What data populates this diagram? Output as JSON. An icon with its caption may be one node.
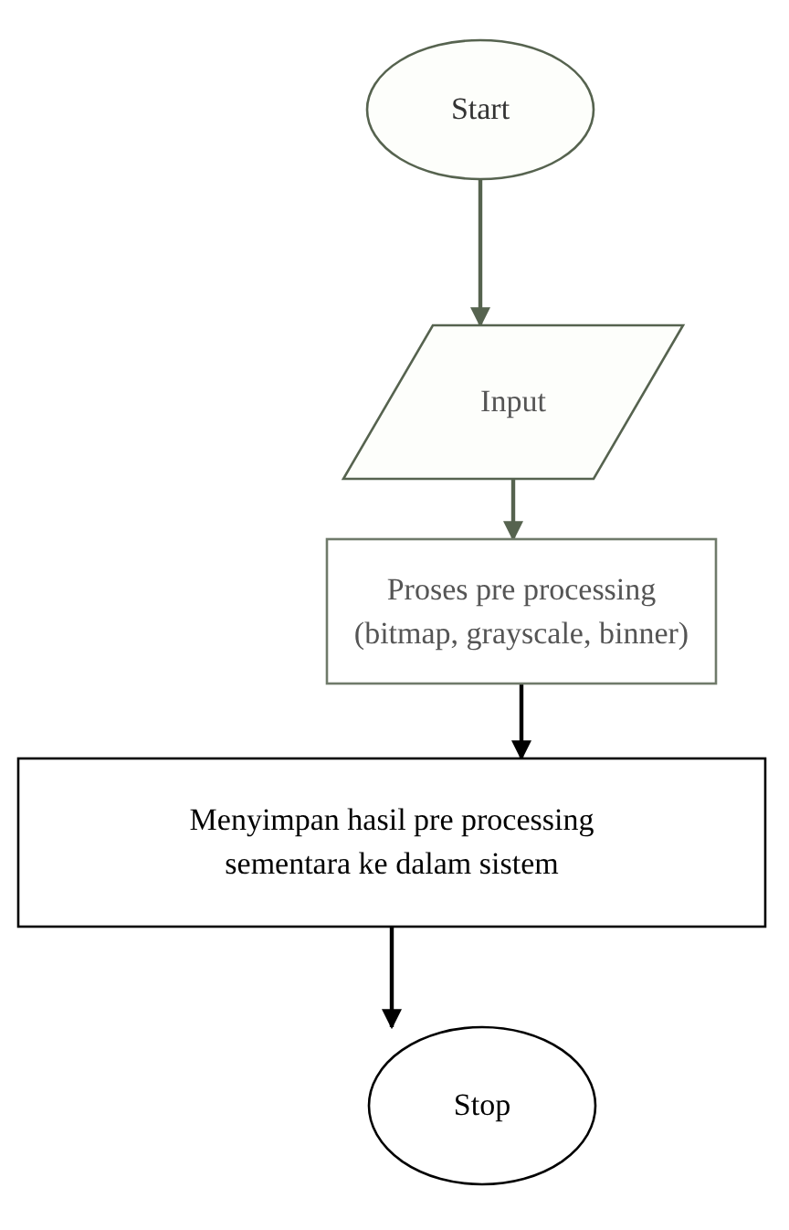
{
  "diagram": {
    "nodes": [
      {
        "text": [
          "Start"
        ]
      },
      {
        "text": [
          "Input"
        ]
      },
      {
        "text": [
          "Proses pre processing (bitmap, grayscale, binner)"
        ]
      },
      {
        "text": [
          "Menyimpan hasil pre processing sementara ke dalam sistem"
        ]
      },
      {
        "text": [
          "Stop"
        ]
      }
    ],
    "edges": [
      {
        "from": 0,
        "to": 1,
        "arrow": "to",
        "color": "#56634f"
      },
      {
        "from": 1,
        "to": 2,
        "arrow": "to",
        "color": "#56634f"
      },
      {
        "from": 2,
        "to": 3,
        "arrow": "to",
        "color": "#000000"
      },
      {
        "from": 3,
        "to": 4,
        "arrow": "to",
        "color": "#000000"
      }
    ]
  }
}
